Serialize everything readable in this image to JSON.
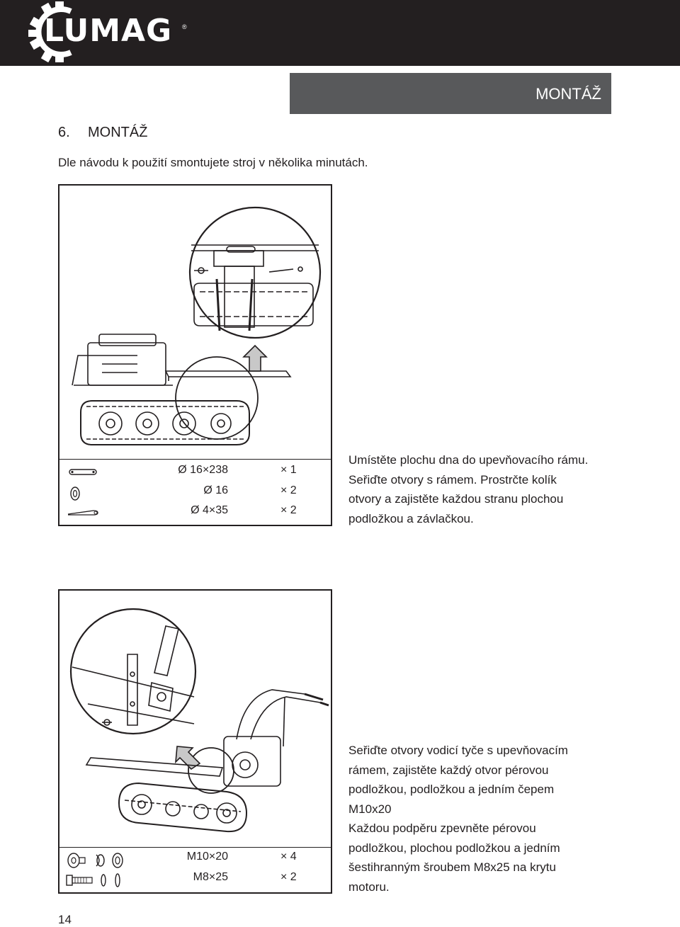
{
  "header": {
    "brand": "LUMAG",
    "registered_mark": "®",
    "section_title": "MONTÁŽ"
  },
  "section": {
    "number": "6.",
    "title": "MONTÁŽ",
    "intro": "Dle návodu k použití smontujete stroj v několika minutách."
  },
  "step1": {
    "parts": [
      {
        "icon": "pin-icon",
        "size": "Ø 16×238",
        "qty": "× 1"
      },
      {
        "icon": "washer-icon",
        "size": "Ø 16",
        "qty": "× 2"
      },
      {
        "icon": "cotter-pin-icon",
        "size": "Ø 4×35",
        "qty": "× 2"
      }
    ],
    "description_lines": [
      "Umístěte plochu dna do upevňovacího rámu.",
      "Seřiďte otvory s rámem.  Prostrčte kolík",
      "otvory a zajistěte každou stranu plochou",
      "podložkou a závlačkou."
    ]
  },
  "step2": {
    "parts": [
      {
        "icon": "nut-washer-set-icon",
        "size": "M10×20",
        "qty": "× 4"
      },
      {
        "icon": "bolt-washer-set-icon",
        "size": "M8×25",
        "qty": "× 2"
      }
    ],
    "description_lines": [
      "Seřiďte otvory vodicí tyče s upevňovacím",
      "rámem, zajistěte každý otvor pérovou",
      "podložkou, podložkou a jedním čepem",
      "M10x20",
      "Každou podpěru zpevněte pérovou",
      "podložkou, plochou podložkou a jedním",
      "šestihranným šroubem M8x25 na krytu",
      "motoru."
    ]
  },
  "footer": {
    "page_number": "14"
  }
}
